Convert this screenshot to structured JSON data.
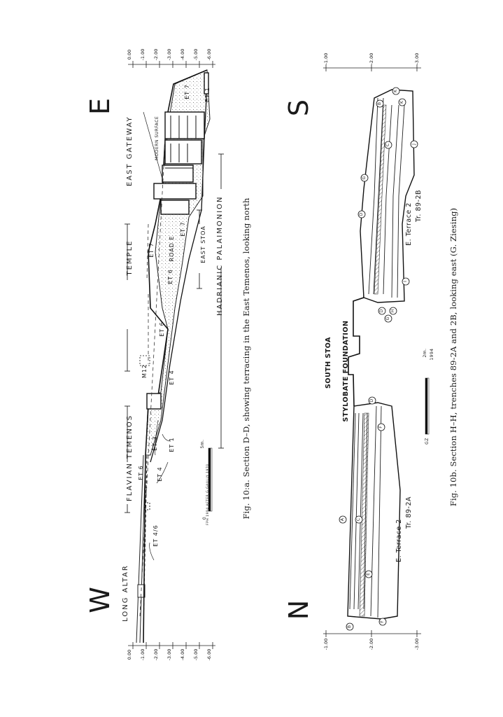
{
  "top_section": {
    "caption": "Fig. 10:a. Section D–D, showing terracing in the East Temenos, looking north",
    "compass_west": "W",
    "compass_east": "E",
    "labels": {
      "long_altar": "LONG ALTAR",
      "flavian_temenos": "FLAVIAN TEMENOS",
      "temple": "TEMPLE",
      "east_gateway": "EAST GATEWAY",
      "modern_surface": "MODERN SURFACE",
      "m12": "M12",
      "road_e": "ROAD E",
      "east_stoa": "EAST STOA",
      "hadrianic_palaimonion": "HADRIANIC PALAIMONION",
      "et46": "ET 4/6",
      "et6a": "ET 6",
      "et4a": "ET 4",
      "et3": "ET 3",
      "et1a": "ET 1",
      "et4b": "ET 4",
      "et6b": "ET 6",
      "et6c": "ET 6",
      "et7a": "ET 7",
      "et7b": "ET 7",
      "et7c": "ET 7",
      "et1b": "ET 1",
      "scale_zero": "0",
      "scale_end": "5m.",
      "credit": "FPH 1994 AFTER G.GAULLY 1970"
    },
    "elevation_ticks": [
      "0.00",
      "-1.00",
      "-2.00",
      "-3.00",
      "-4.00",
      "-5.00",
      "-6.00"
    ]
  },
  "bottom_section": {
    "caption": "Fig. 10b. Section H–H, trenches 89-2A and 2B, looking east (G. Ziesing)",
    "compass_north": "N",
    "compass_south": "S",
    "labels": {
      "south_stoa": "SOUTH STOA",
      "stylobate_foundation": "STYLOBATE FOUNDATION",
      "terrace_left": "E. Terrace 2",
      "trench_left": "Tr. 89-2A",
      "terrace_right": "E. Terrace 2",
      "trench_right": "Tr. 89-2B",
      "scale_end": "2m.",
      "scale_year": "1994",
      "scale_initials": "GZ"
    },
    "layer_markers_left": [
      "A",
      "B",
      "C",
      "D",
      "E",
      "F",
      "F",
      "G",
      "D"
    ],
    "layer_markers_right": [
      "B",
      "C",
      "D",
      "G",
      "H",
      "I",
      "J",
      "K",
      "K",
      "I",
      "J",
      "D"
    ],
    "elevation_ticks": [
      "-1.00",
      "-2.00",
      "-3.00"
    ]
  }
}
